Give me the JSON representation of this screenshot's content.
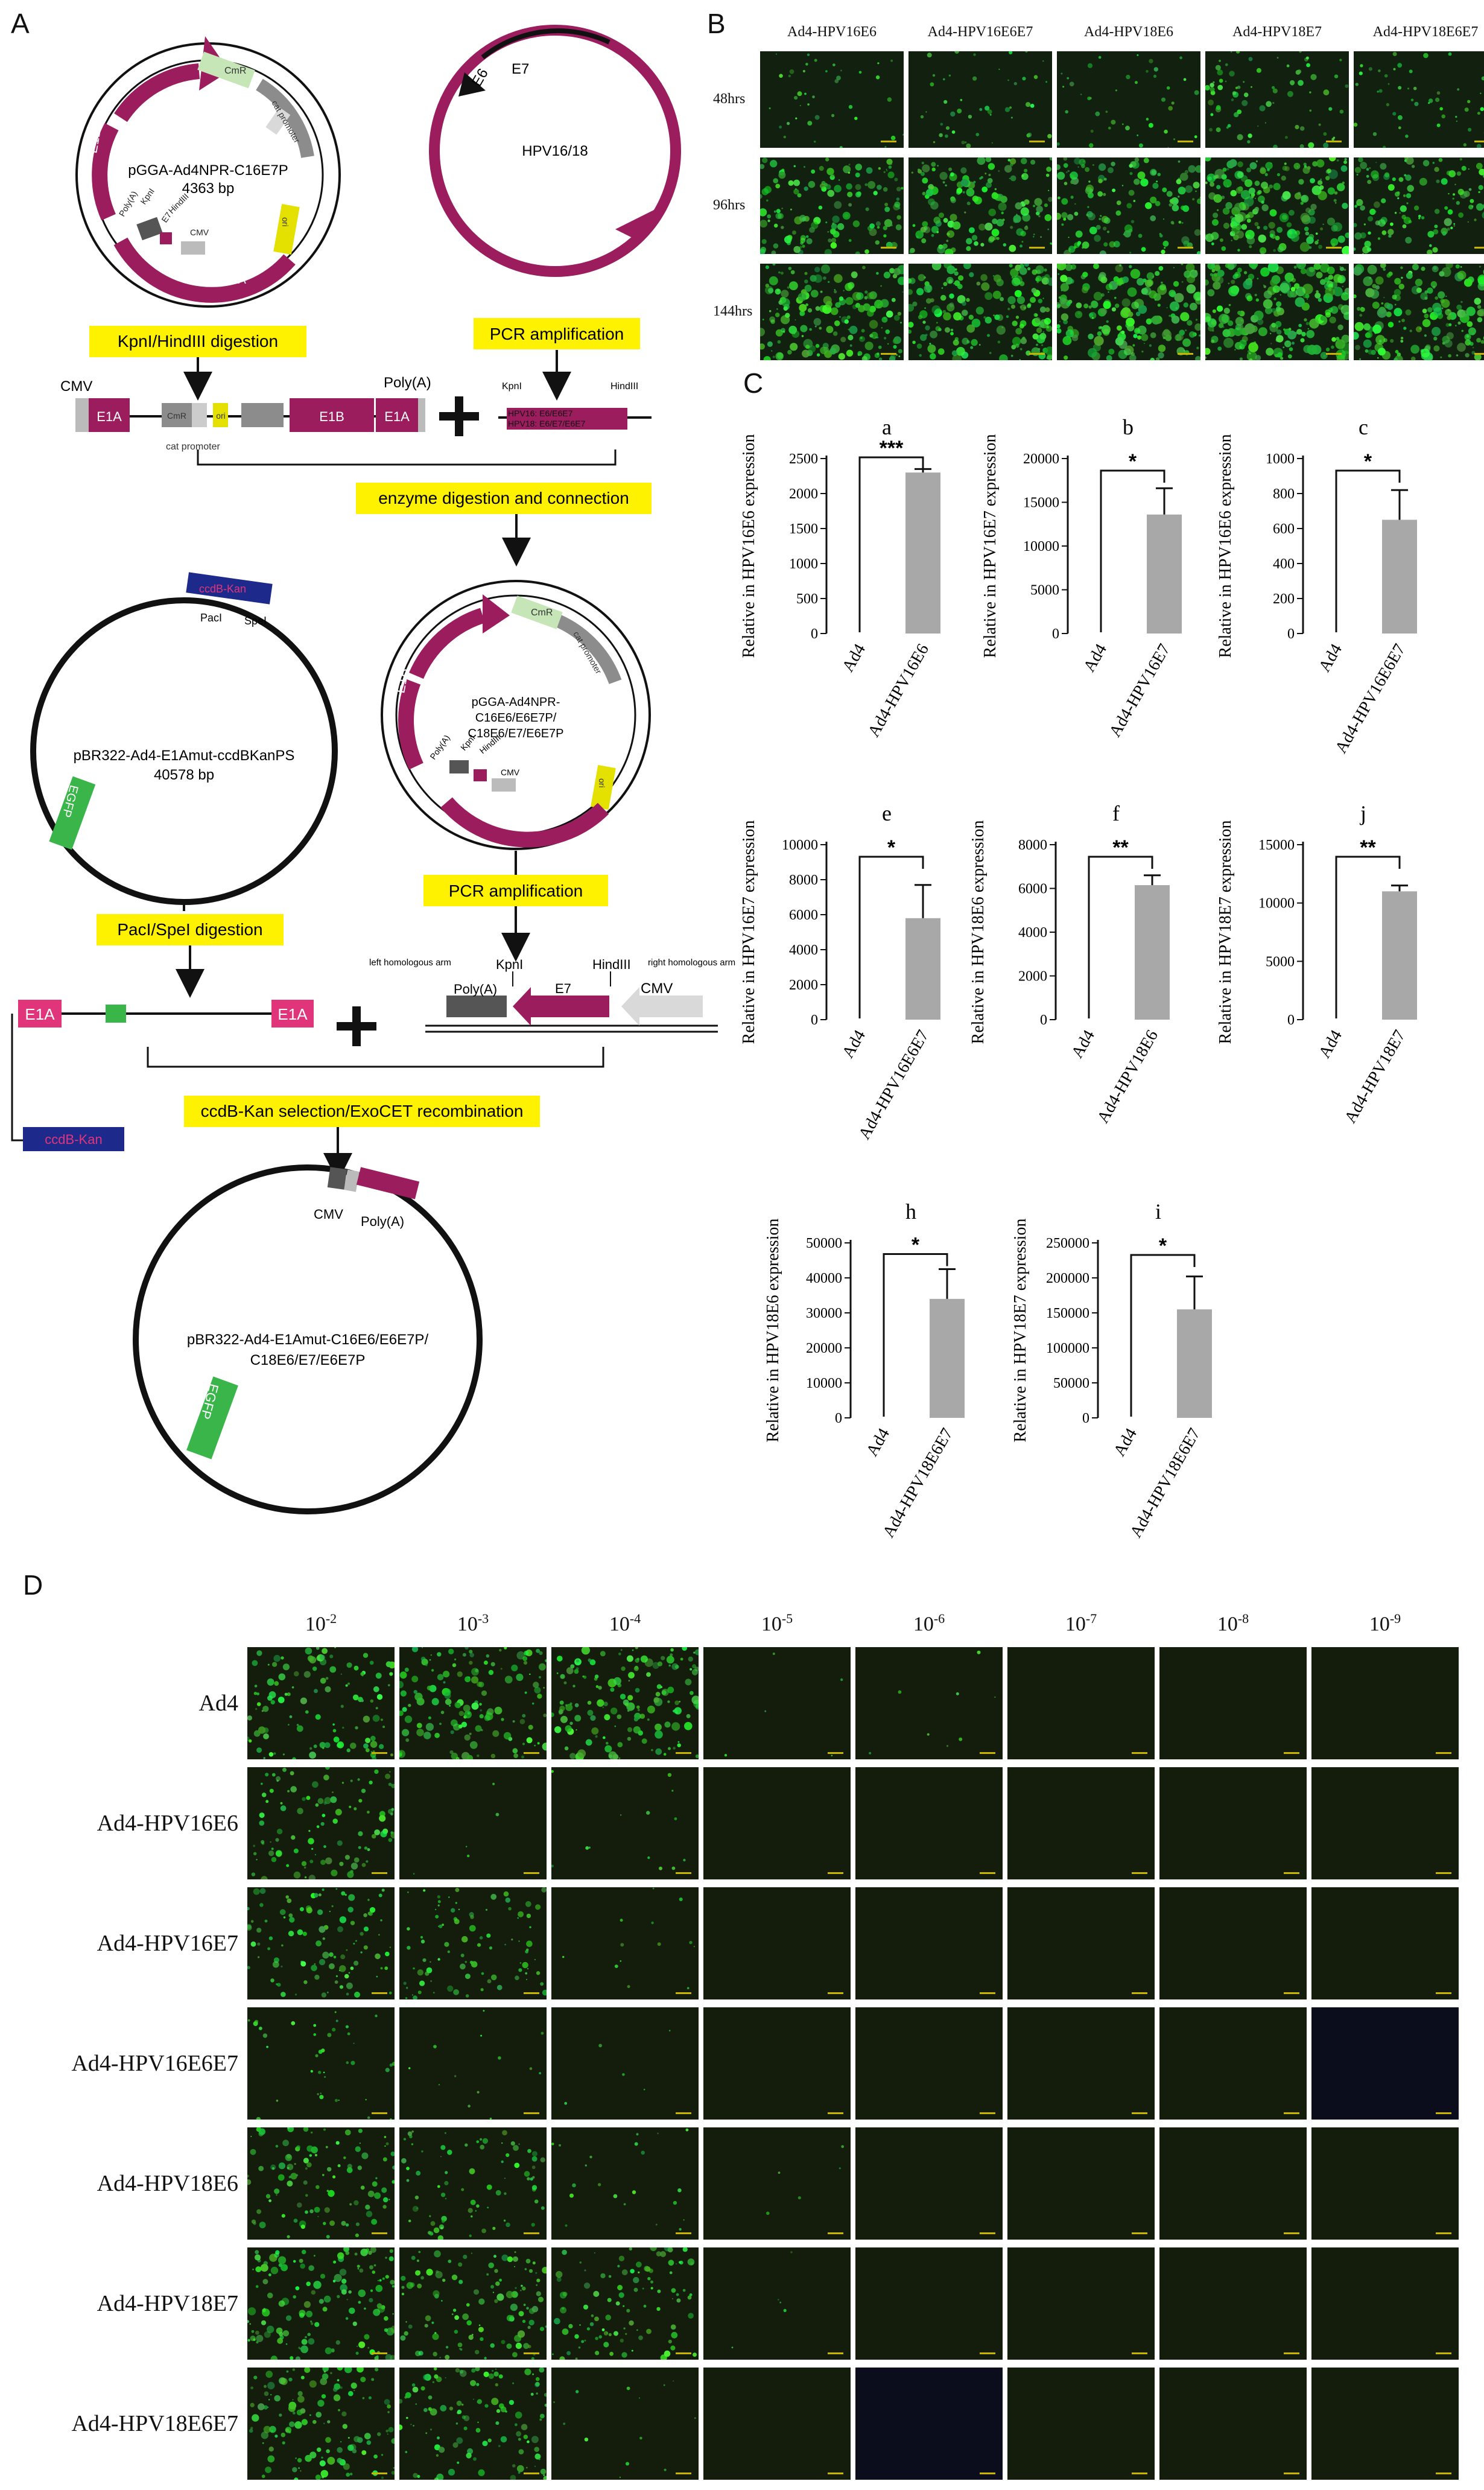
{
  "panels": {
    "a": "A",
    "b": "B",
    "c": "C",
    "d": "D"
  },
  "panelA": {
    "plasmid1": {
      "name": "pGGA-Ad4NPR-C16E7P",
      "size": "4363 bp",
      "labels": [
        "E1B",
        "CmR",
        "cat promoter",
        "ori",
        "E1A",
        "Poly(A)",
        "KpnI",
        "E7",
        "HindIII",
        "CMV"
      ]
    },
    "plasmid2": {
      "name": "HPV16/18",
      "labels": [
        "E6",
        "E7"
      ]
    },
    "step1": "KpnI/HindIII digestion",
    "step2": "PCR amplification",
    "linear1": {
      "cmv": "CMV",
      "e1a": "E1A",
      "cmr": "CmR",
      "ori": "ori",
      "e1b": "E1B",
      "e1a2": "E1A",
      "polya": "Poly(A)",
      "cat": "cat promoter"
    },
    "insert": {
      "kpni": "KpnI",
      "hindiii": "HindIII",
      "line1": "HPV16: E6/E6E7",
      "line2": "HPV18: E6/E7/E6E7"
    },
    "step3": "enzyme digestion and connection",
    "plasmid3": {
      "name": "pBR322-Ad4-E1Amut-ccdBKanPS",
      "size": "40578 bp",
      "labels": [
        "ccdB-Kan",
        "PacI",
        "SpeI",
        "EGFP"
      ]
    },
    "plasmid4": {
      "name1": "pGGA-Ad4NPR-",
      "name2": "C16E6/E6E7P/",
      "name3": "C18E6/E7/E6E7P",
      "labels": [
        "E1B",
        "CmR",
        "cat promoter",
        "ori",
        "E1A",
        "Poly(A)",
        "KpnI",
        "HindIII",
        "CMV"
      ]
    },
    "step4": "PacI/SpeI digestion",
    "step5": "PCR amplification",
    "linear2": {
      "e1a": "E1A",
      "e1a2": "E1A",
      "ccdb": "ccdB-Kan"
    },
    "homology": {
      "left": "left homologous arm",
      "kpni": "KpnI",
      "hindiii": "HindIII",
      "right": "right homologous arm",
      "polya": "Poly(A)",
      "e7": "E7",
      "cmv": "CMV"
    },
    "step6": "ccdB-Kan selection/ExoCET recombination",
    "plasmid5": {
      "name1": "pBR322-Ad4-E1Amut-C16E6/E6E7P/",
      "name2": "C18E6/E7/E6E7P",
      "labels": [
        "CMV",
        "Poly(A)",
        "EGFP"
      ]
    }
  },
  "panelB": {
    "columns": [
      "Ad4-HPV16E6",
      "Ad4-HPV16E6E7",
      "Ad4-HPV18E6",
      "Ad4-HPV18E7",
      "Ad4-HPV18E6E7"
    ],
    "rows": [
      "48hrs",
      "96hrs",
      "144hrs"
    ],
    "intensity": [
      [
        0.15,
        0.18,
        0.16,
        0.3,
        0.2
      ],
      [
        0.55,
        0.6,
        0.55,
        0.75,
        0.55
      ],
      [
        0.7,
        0.7,
        0.75,
        0.85,
        0.75
      ]
    ]
  },
  "panelD": {
    "columns": [
      "10",
      "10",
      "10",
      "10",
      "10",
      "10",
      "10",
      "10"
    ],
    "exponents": [
      "-2",
      "-3",
      "-4",
      "-5",
      "-6",
      "-7",
      "-8",
      "-9"
    ],
    "rows": [
      "Ad4",
      "Ad4-HPV16E6",
      "Ad4-HPV16E7",
      "Ad4-HPV16E6E7",
      "Ad4-HPV18E6",
      "Ad4-HPV18E7",
      "Ad4-HPV18E6E7"
    ],
    "intensity": [
      [
        0.45,
        0.55,
        0.6,
        0.02,
        0.03,
        0.0,
        0.0,
        0.0
      ],
      [
        0.4,
        0.02,
        0.05,
        0.0,
        0.0,
        0.0,
        0.0,
        0.0
      ],
      [
        0.4,
        0.35,
        0.05,
        0.0,
        0.0,
        0.0,
        0.0,
        0.0
      ],
      [
        0.15,
        0.05,
        0.02,
        0.0,
        0.0,
        0.0,
        0.0,
        0.0
      ],
      [
        0.4,
        0.3,
        0.08,
        0.02,
        0.0,
        0.0,
        0.0,
        0.0
      ],
      [
        0.55,
        0.45,
        0.4,
        0.02,
        0.0,
        0.0,
        0.0,
        0.0
      ],
      [
        0.5,
        0.45,
        0.05,
        0.0,
        0.0,
        0.0,
        0.0,
        0.0
      ]
    ]
  },
  "colors": {
    "magenta": "#9c1d5e",
    "yellow": "#fff200",
    "green": "#39b54a",
    "grey": "#8c8c8c",
    "navy": "#1d2a8c",
    "bar": "#a8a8a8"
  },
  "chart_data": [
    {
      "type": "bar",
      "panel": "a",
      "categories": [
        "Ad4",
        "Ad4-HPV16E6"
      ],
      "values": [
        0,
        2300
      ],
      "errors": [
        0,
        50
      ],
      "ylim": [
        0,
        2500
      ],
      "ticks": [
        "0",
        "500",
        "1000",
        "1500",
        "2000",
        "2500"
      ],
      "ylabel": "Relative in HPV16E6 expression",
      "significance": "***"
    },
    {
      "type": "bar",
      "panel": "b",
      "categories": [
        "Ad4",
        "Ad4-HPV16E7"
      ],
      "values": [
        0,
        13600
      ],
      "errors": [
        0,
        3000
      ],
      "ylim": [
        0,
        20000
      ],
      "ticks": [
        "0",
        "5000",
        "10000",
        "15000",
        "20000"
      ],
      "ylabel": "Relative in HPV16E7 expression",
      "significance": "*"
    },
    {
      "type": "bar",
      "panel": "c",
      "categories": [
        "Ad4",
        "Ad4-HPV16E6E7"
      ],
      "values": [
        0,
        650
      ],
      "errors": [
        0,
        170
      ],
      "ylim": [
        0,
        1000
      ],
      "ticks": [
        "0",
        "200",
        "400",
        "600",
        "800",
        "1000"
      ],
      "ylabel": "Relative in HPV16E6 expression",
      "significance": "*"
    },
    {
      "type": "bar",
      "panel": "e",
      "categories": [
        "Ad4",
        "Ad4-HPV16E6E7"
      ],
      "values": [
        0,
        5800
      ],
      "errors": [
        0,
        1900
      ],
      "ylim": [
        0,
        10000
      ],
      "ticks": [
        "0",
        "2000",
        "4000",
        "6000",
        "8000",
        "10000"
      ],
      "ylabel": "Relative in HPV16E7 expression",
      "significance": "*"
    },
    {
      "type": "bar",
      "panel": "f",
      "categories": [
        "Ad4",
        "Ad4-HPV18E6"
      ],
      "values": [
        0,
        6150
      ],
      "errors": [
        0,
        450
      ],
      "ylim": [
        0,
        8000
      ],
      "ticks": [
        "0",
        "2000",
        "4000",
        "6000",
        "8000"
      ],
      "ylabel": "Relative in HPV18E6 expression",
      "significance": "**"
    },
    {
      "type": "bar",
      "panel": "j",
      "categories": [
        "Ad4",
        "Ad4-HPV18E7"
      ],
      "values": [
        0,
        11000
      ],
      "errors": [
        0,
        500
      ],
      "ylim": [
        0,
        15000
      ],
      "ticks": [
        "0",
        "5000",
        "10000",
        "15000"
      ],
      "ylabel": "Relative in HPV18E7 expression",
      "significance": "**"
    },
    {
      "type": "bar",
      "panel": "h",
      "categories": [
        "Ad4",
        "Ad4-HPV18E6E7"
      ],
      "values": [
        0,
        34000
      ],
      "errors": [
        0,
        8500
      ],
      "ylim": [
        0,
        50000
      ],
      "ticks": [
        "0",
        "10000",
        "20000",
        "30000",
        "40000",
        "50000"
      ],
      "ylabel": "Relative in HPV18E6 expression",
      "significance": "*"
    },
    {
      "type": "bar",
      "panel": "i",
      "categories": [
        "Ad4",
        "Ad4-HPV18E6E7"
      ],
      "values": [
        0,
        155000
      ],
      "errors": [
        0,
        47000
      ],
      "ylim": [
        0,
        250000
      ],
      "ticks": [
        "0",
        "50000",
        "100000",
        "150000",
        "200000",
        "250000"
      ],
      "ylabel": "Relative in HPV18E7 expression",
      "significance": "*"
    }
  ]
}
